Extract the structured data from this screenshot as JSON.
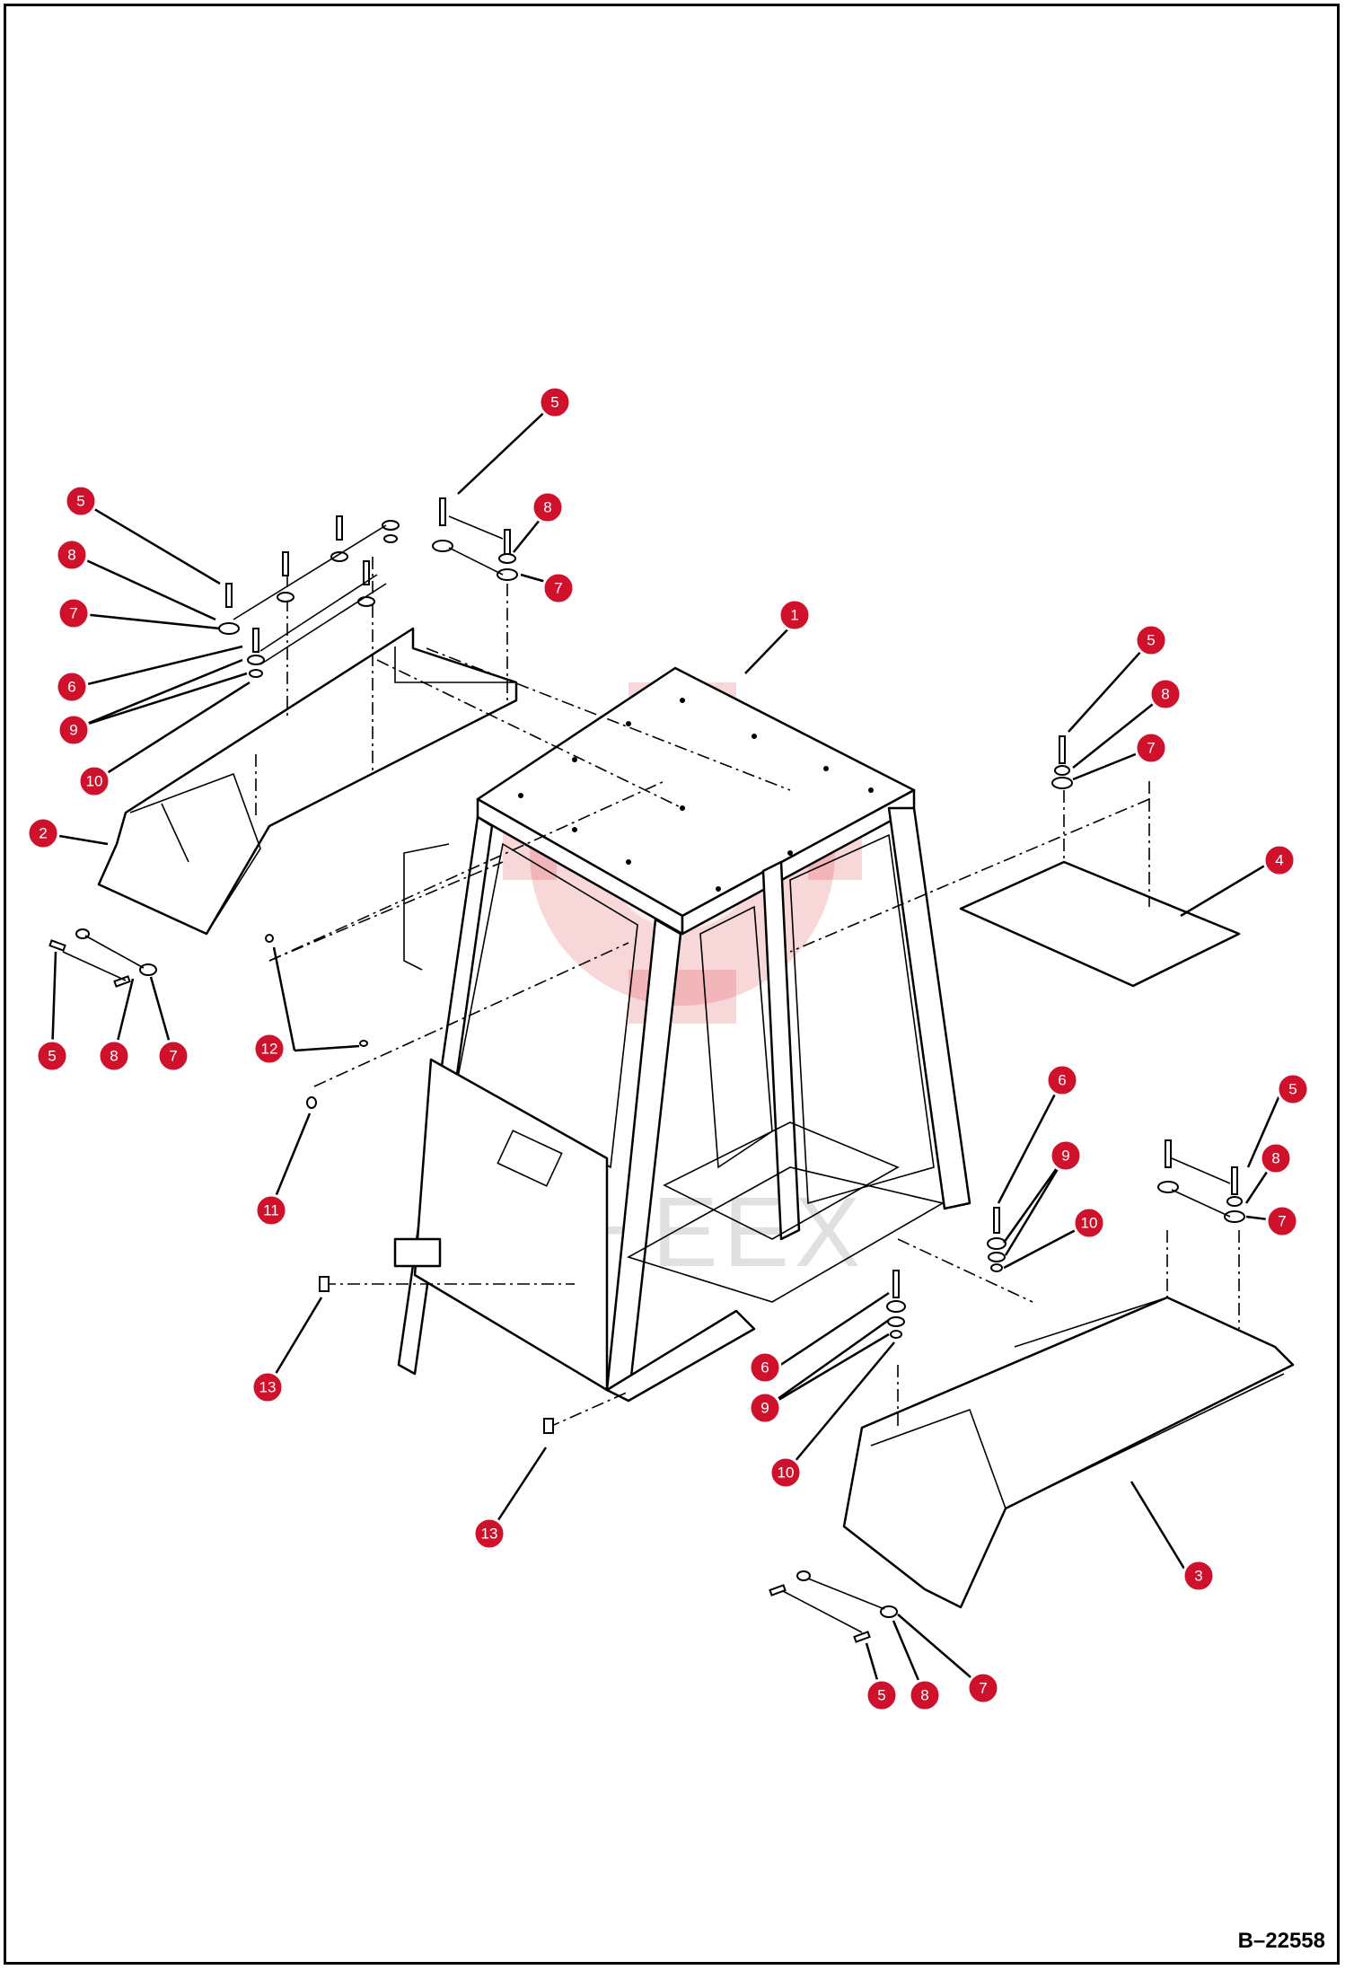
{
  "drawing_number": "B–22558",
  "watermark_text": "ИНЕЕХ",
  "colors": {
    "callout": "#d0112b",
    "line": "#000000",
    "background": "#ffffff"
  },
  "callouts": [
    {
      "label": "1"
    },
    {
      "label": "2"
    },
    {
      "label": "3"
    },
    {
      "label": "4"
    },
    {
      "label": "5"
    },
    {
      "label": "5"
    },
    {
      "label": "5"
    },
    {
      "label": "5"
    },
    {
      "label": "5"
    },
    {
      "label": "5"
    },
    {
      "label": "6"
    },
    {
      "label": "6"
    },
    {
      "label": "6"
    },
    {
      "label": "7"
    },
    {
      "label": "7"
    },
    {
      "label": "7"
    },
    {
      "label": "7"
    },
    {
      "label": "7"
    },
    {
      "label": "7"
    },
    {
      "label": "8"
    },
    {
      "label": "8"
    },
    {
      "label": "8"
    },
    {
      "label": "8"
    },
    {
      "label": "8"
    },
    {
      "label": "8"
    },
    {
      "label": "9"
    },
    {
      "label": "9"
    },
    {
      "label": "9"
    },
    {
      "label": "10"
    },
    {
      "label": "10"
    },
    {
      "label": "10"
    },
    {
      "label": "11"
    },
    {
      "label": "12"
    },
    {
      "label": "13"
    },
    {
      "label": "13"
    }
  ]
}
